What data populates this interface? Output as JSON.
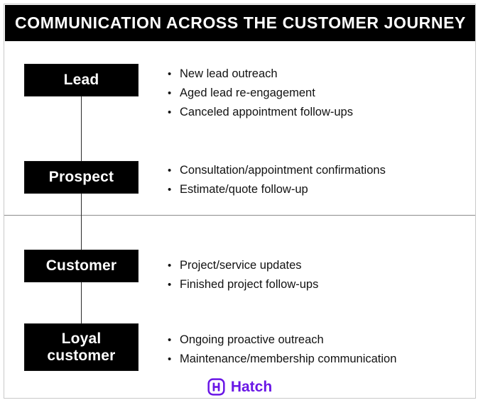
{
  "header": {
    "title": "COMMUNICATION ACROSS THE CUSTOMER JOURNEY"
  },
  "colors": {
    "box_fill": "#000000",
    "box_text": "#FFFFFF",
    "body_text": "#121212",
    "divider": "#8C8C8C",
    "border": "#C9C9C9",
    "brand_purple": "#6A17E6"
  },
  "stages": [
    {
      "label": "Lead",
      "bullets": [
        "New lead outreach",
        "Aged lead re-engagement",
        "Canceled appointment follow-ups"
      ]
    },
    {
      "label": "Prospect",
      "bullets": [
        "Consultation/appointment confirmations",
        "Estimate/quote follow-up"
      ]
    },
    {
      "label": "Customer",
      "bullets": [
        "Project/service updates",
        "Finished project follow-ups"
      ]
    },
    {
      "label": "Loyal\ncustomer",
      "bullets": [
        "Ongoing proactive outreach",
        "Maintenance/membership communication"
      ]
    }
  ],
  "brand": {
    "name": "Hatch",
    "icon": "hatch-logo-icon"
  }
}
